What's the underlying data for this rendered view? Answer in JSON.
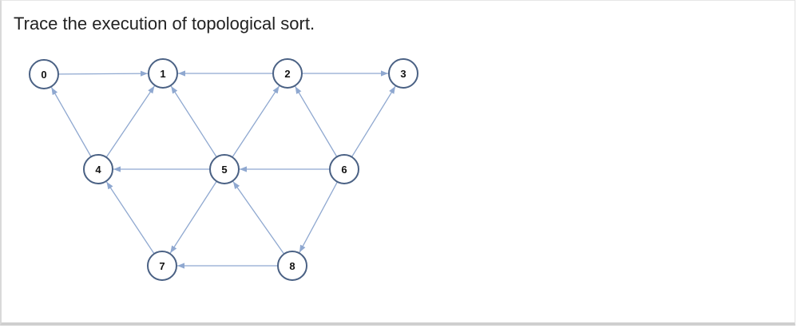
{
  "question": {
    "text": "Trace the execution of topological sort."
  },
  "graph": {
    "nodes": [
      {
        "id": "0",
        "label": "0"
      },
      {
        "id": "1",
        "label": "1"
      },
      {
        "id": "2",
        "label": "2"
      },
      {
        "id": "3",
        "label": "3"
      },
      {
        "id": "4",
        "label": "4"
      },
      {
        "id": "5",
        "label": "5"
      },
      {
        "id": "6",
        "label": "6"
      },
      {
        "id": "7",
        "label": "7"
      },
      {
        "id": "8",
        "label": "8"
      }
    ],
    "edges": [
      {
        "from": "0",
        "to": "1"
      },
      {
        "from": "2",
        "to": "1"
      },
      {
        "from": "2",
        "to": "3"
      },
      {
        "from": "4",
        "to": "0"
      },
      {
        "from": "4",
        "to": "1"
      },
      {
        "from": "5",
        "to": "1"
      },
      {
        "from": "5",
        "to": "2"
      },
      {
        "from": "5",
        "to": "4"
      },
      {
        "from": "5",
        "to": "7"
      },
      {
        "from": "6",
        "to": "2"
      },
      {
        "from": "6",
        "to": "3"
      },
      {
        "from": "6",
        "to": "5"
      },
      {
        "from": "6",
        "to": "8"
      },
      {
        "from": "7",
        "to": "4"
      },
      {
        "from": "8",
        "to": "5"
      },
      {
        "from": "8",
        "to": "7"
      }
    ],
    "colors": {
      "edge": "#8fa8d0",
      "node_border": "#4a6184"
    }
  }
}
